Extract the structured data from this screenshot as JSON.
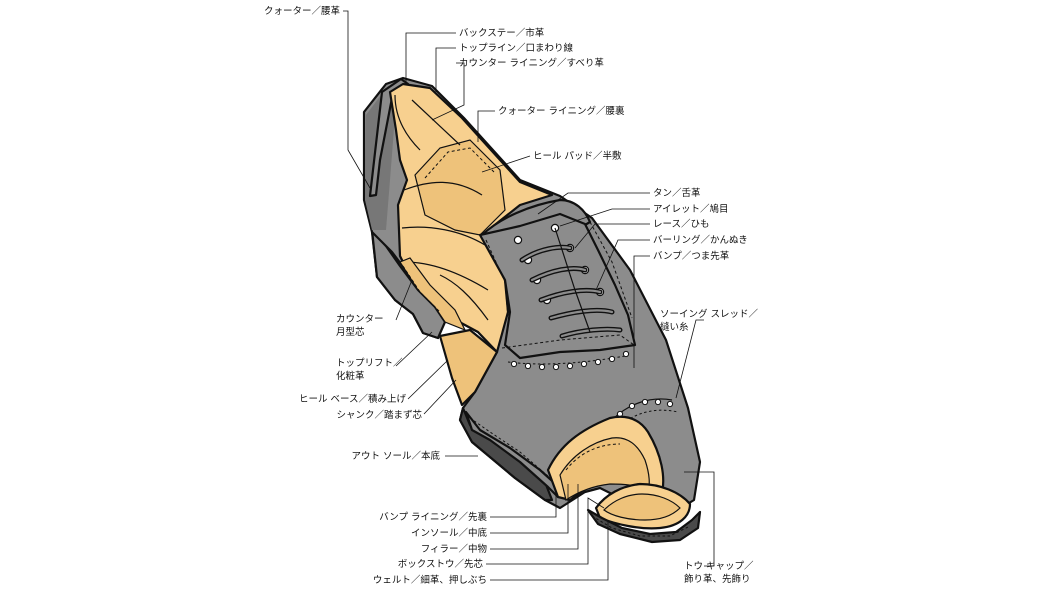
{
  "colors": {
    "leather": "#8c8c8c",
    "leather_dark": "#6f6f6f",
    "lining": "#f7d08f",
    "lining_shade": "#eec27a",
    "sole": "#4a4a4a",
    "outline": "#111111"
  },
  "labels": {
    "quarter": "クォーター／腰革",
    "backstay": "バックステー／市革",
    "topline": "トップライン／口まわり線",
    "counter_lining": "カウンター ライニング／すべり革",
    "quarter_lining": "クォーター ライニング／腰裏",
    "heel_pad": "ヒール パッド／半敷",
    "tongue": "タン／舌革",
    "eyelet": "アイレット／鳩目",
    "lace": "レース／ひも",
    "vamp_line": "バーリング／かんぬき",
    "vamp": "バンプ／つま先革",
    "sewing_thread_1": "ソーイング スレッド／",
    "sewing_thread_2": "縫い糸",
    "counter_1": "カウンター",
    "counter_2": "月型芯",
    "top_lift_1": "トップリフト／",
    "top_lift_2": "化粧革",
    "heel_base": "ヒール ベース／積み上げ",
    "shank": "シャンク／踏まず芯",
    "outsole": "アウト ソール／本底",
    "vamp_lining": "バンプ ライニング／先裏",
    "insole": "インソール／中底",
    "filler": "フィラー／中物",
    "box_toe": "ボックストウ／先芯",
    "welt": "ウェルト／細革、押しぶち",
    "toe_cap_1": "トウ キャップ／",
    "toe_cap_2": "飾り革、先飾り"
  }
}
